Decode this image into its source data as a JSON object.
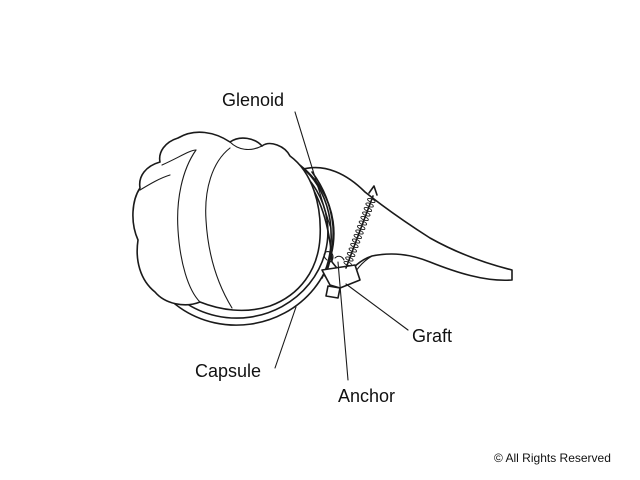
{
  "labels": {
    "glenoid": "Glenoid",
    "capsule": "Capsule",
    "anchor": "Anchor",
    "graft": "Graft"
  },
  "copyright": "© All Rights Reserved",
  "colors": {
    "line": "#1a1a1a",
    "background": "#ffffff"
  }
}
